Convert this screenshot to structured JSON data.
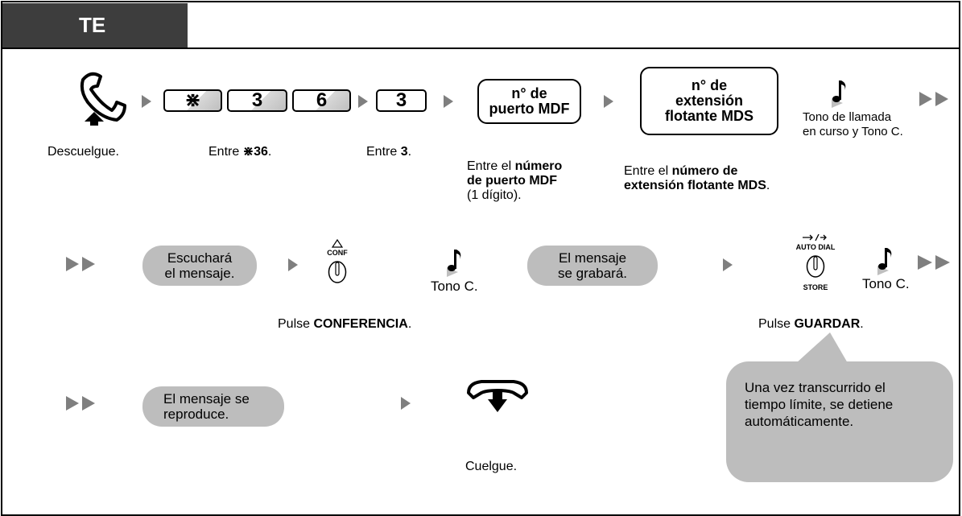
{
  "header": {
    "tab_label": "TE"
  },
  "row1": {
    "keys_star36": [
      "⋇",
      "3",
      "6"
    ],
    "key_3": "3",
    "box_mdf": [
      "n° de",
      "puerto MDF"
    ],
    "box_mds": [
      "n° de",
      "extensión",
      "flotante MDS"
    ],
    "tone_text": [
      "Tono de llamada",
      "en curso y Tono C."
    ],
    "captions": {
      "descuelgue": "Descuelgue.",
      "entre36_prefix": "Entre ",
      "entre36_bold": "⋇36",
      "entre36_suffix": ".",
      "entre3_prefix": "Entre ",
      "entre3_bold": "3",
      "entre3_suffix": ".",
      "mdf_line1_prefix": "Entre el ",
      "mdf_line1_bold": "número",
      "mdf_line2_bold": "de puerto MDF",
      "mdf_line3": "(1 dígito).",
      "mds_line1_prefix": "Entre el ",
      "mds_line1_bold": "número de",
      "mds_line2_bold": "extensión flotante MDS",
      "mds_line2_suffix": "."
    }
  },
  "row2": {
    "pill_escuchara": [
      "Escuchará",
      "el mensaje."
    ],
    "conf_label": "CONF",
    "tono_c_1": "Tono C.",
    "pill_grabara": [
      "El mensaje",
      "se grabará."
    ],
    "auto_dial_label": "AUTO DIAL",
    "store_label": "STORE",
    "tono_c_2": "Tono C.",
    "pulse_conf_prefix": "Pulse ",
    "pulse_conf_bold": "CONFERENCIA",
    "pulse_conf_suffix": ".",
    "pulse_store_prefix": "Pulse ",
    "pulse_store_bold": "GUARDAR",
    "pulse_store_suffix": "."
  },
  "row3": {
    "pill_reproduce": [
      "El mensaje se",
      "reproduce."
    ],
    "cuelgue": "Cuelgue.",
    "bubble": [
      "Una vez transcurrido el",
      "tiempo límite, se detiene",
      "automáticamente."
    ]
  }
}
